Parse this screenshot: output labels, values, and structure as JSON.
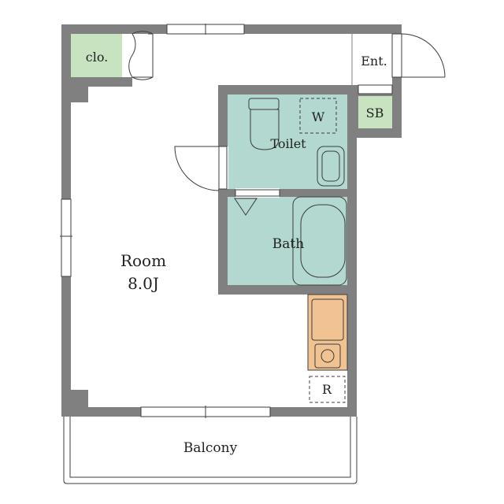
{
  "colors": {
    "wall": "#808080",
    "wet_area": "#b2d8cf",
    "closet": "#c8e3c0",
    "kitchen": "#f1c392",
    "fixture_line": "#3c3c3c",
    "background": "#ffffff"
  },
  "rooms": {
    "closet": "clo.",
    "entrance": "Ent.",
    "shoe_box": "SB",
    "washer": "W",
    "toilet": "Toilet",
    "bath": "Bath",
    "room_name": "Room",
    "room_size": "8.0J",
    "refrigerator": "R",
    "balcony": "Balcony"
  }
}
